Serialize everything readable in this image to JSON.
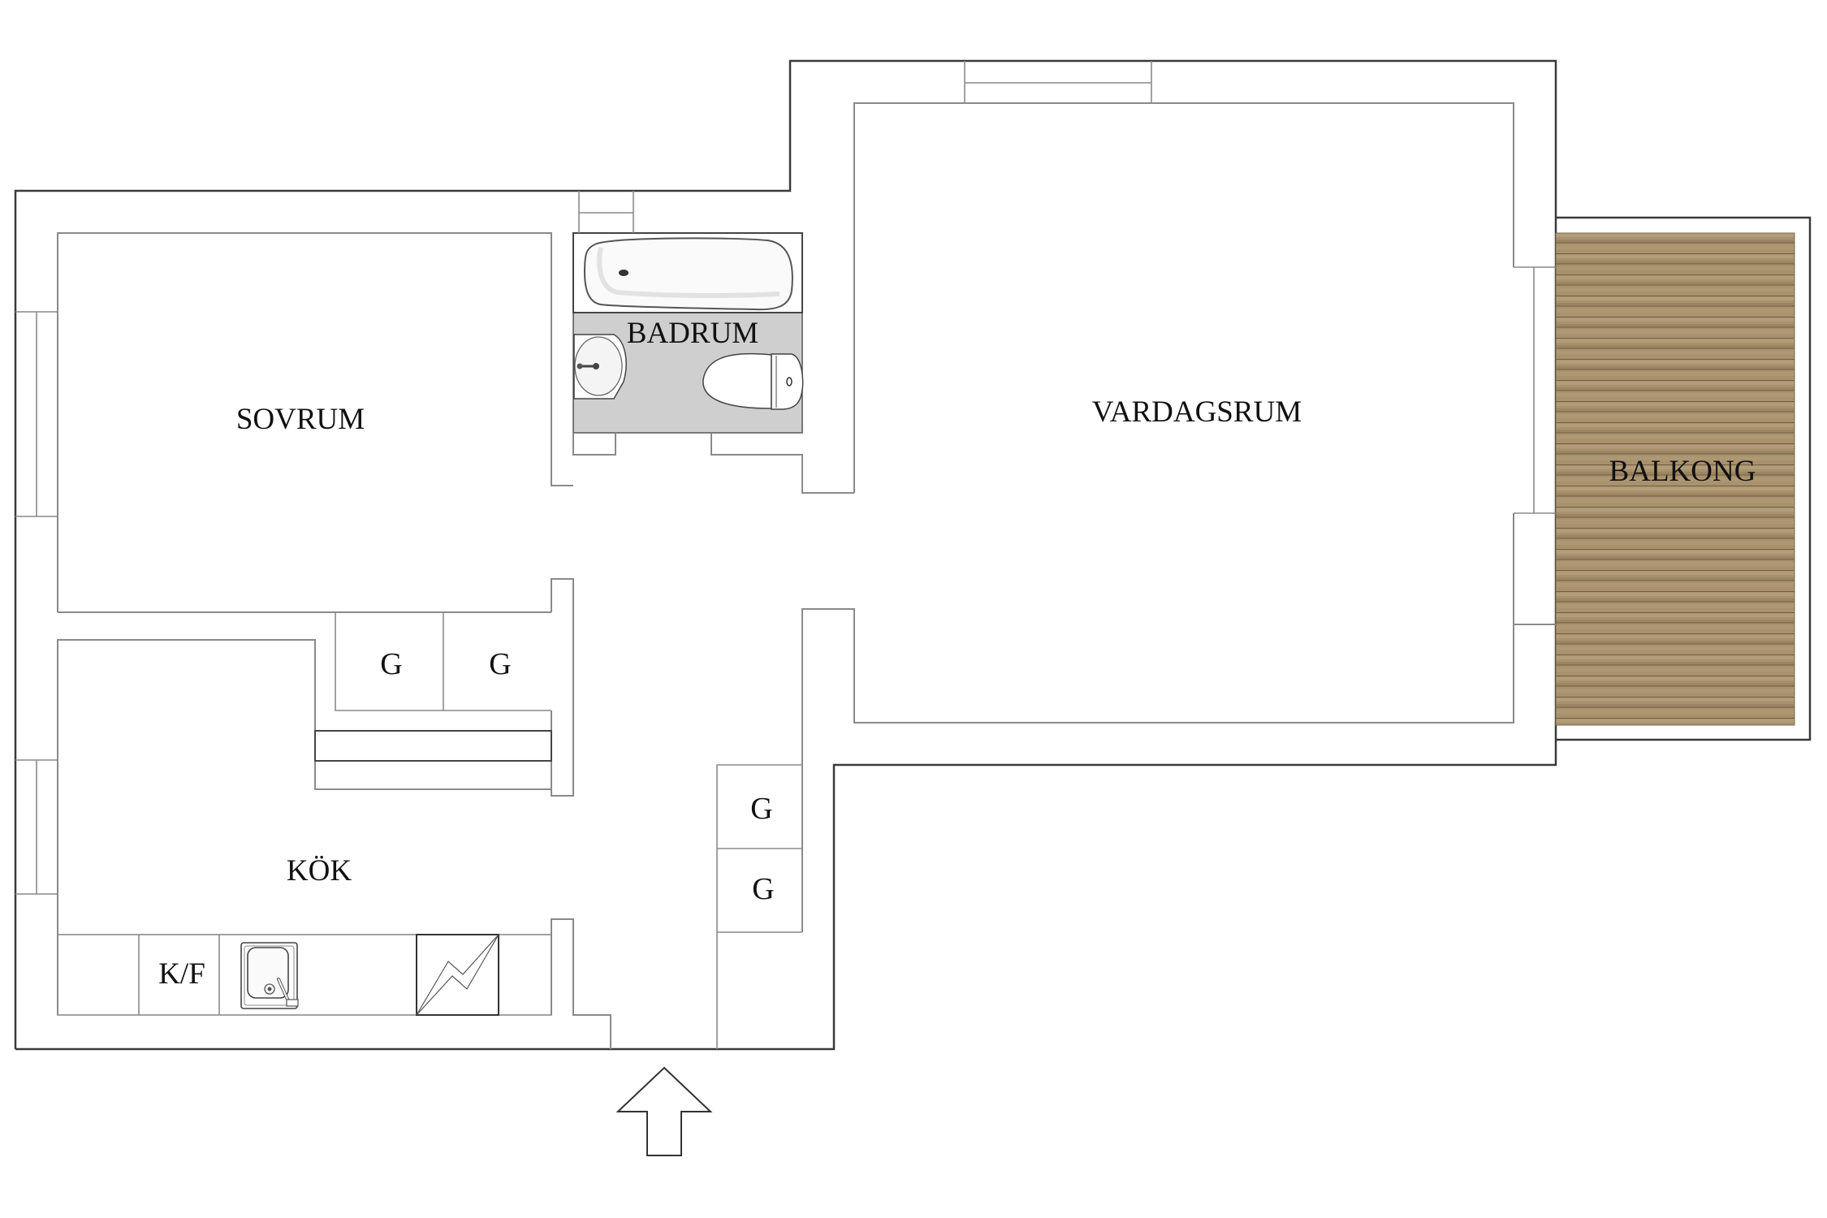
{
  "floorplan": {
    "rooms": {
      "sovrum": "SOVRUM",
      "badrum": "BADRUM",
      "vardagsrum": "VARDAGSRUM",
      "balkong": "BALKONG",
      "kok": "KÖK"
    },
    "closets": {
      "g1": "G",
      "g2": "G",
      "g3": "G",
      "g4": "G"
    },
    "appliances": {
      "fridge_freezer": "K/F"
    },
    "colors": {
      "bathroom_floor": "#cfcfcf",
      "balcony_wood": "#a8916c",
      "wall_line": "#3a3a3a",
      "inner_line": "#8a8a8a"
    },
    "icons": {
      "entrance": "entrance-arrow-icon",
      "stove": "stove-icon",
      "sink": "kitchen-sink-icon",
      "bathtub": "bathtub-icon",
      "washbasin": "washbasin-icon",
      "toilet": "toilet-icon"
    }
  }
}
